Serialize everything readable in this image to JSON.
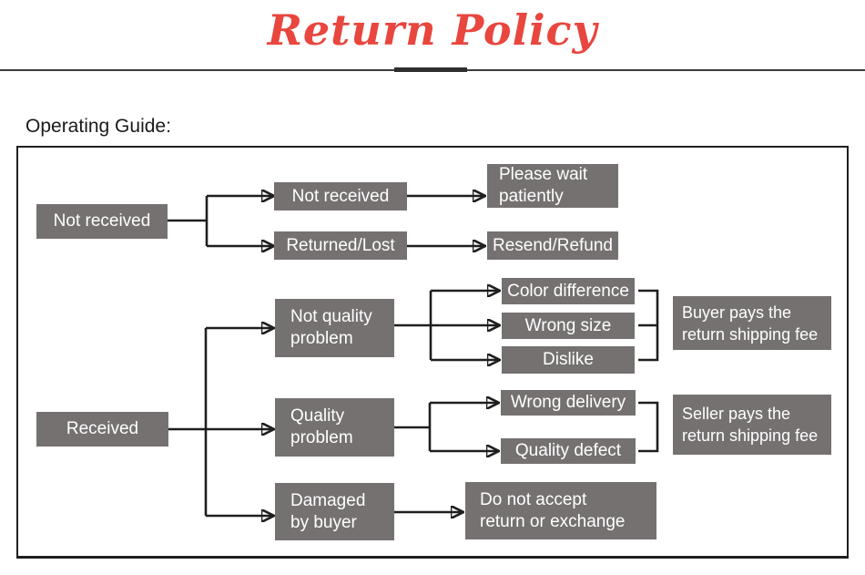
{
  "title": "Return Policy",
  "section_heading": "Operating Guide:",
  "colors": {
    "accent_red": "#e8463e",
    "node_gray": "#767171",
    "node_text": "#ffffff",
    "line_dark": "#1f1f1f",
    "heading_text": "#1a1a1a"
  },
  "flow": {
    "not_received_root": "Not received",
    "nr_not_received": "Not received",
    "nr_returned_lost": "Returned/Lost",
    "nr_wait_patiently": "Please wait\npatiently",
    "nr_resend_refund": "Resend/Refund",
    "received_root": "Received",
    "not_quality_problem": "Not quality\nproblem",
    "quality_problem": "Quality\nproblem",
    "damaged_by_buyer": "Damaged\nby buyer",
    "color_difference": "Color difference",
    "wrong_size": "Wrong size",
    "dislike": "Dislike",
    "wrong_delivery": "Wrong delivery",
    "quality_defect": "Quality defect",
    "buyer_pays_fee": "Buyer pays the\nreturn shipping fee",
    "seller_pays_fee": "Seller pays the\nreturn shipping fee",
    "do_not_accept": "Do not accept\nreturn or exchange"
  }
}
